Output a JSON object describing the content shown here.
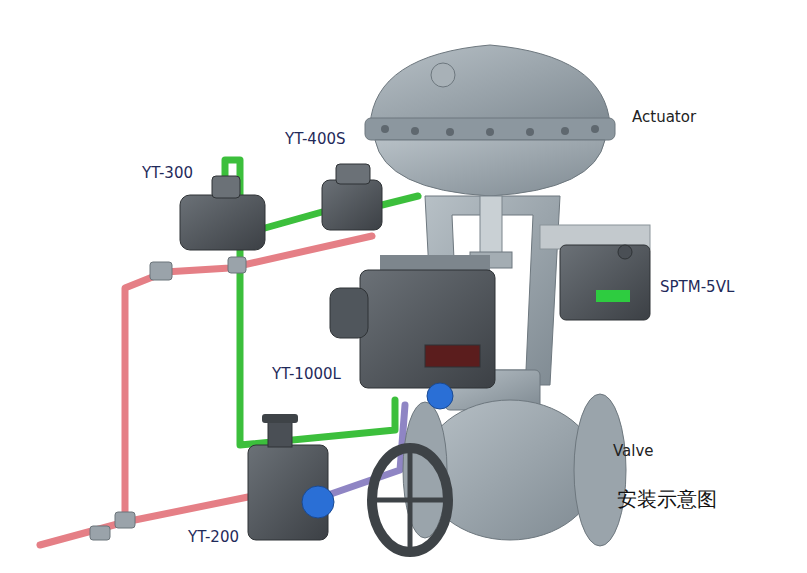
{
  "diagram": {
    "caption": "安装示意图",
    "labels": [
      "Actuator",
      "YT-400S",
      "YT-300",
      "SPTM-5VL",
      "YT-1000L",
      "Valve",
      "YT-200"
    ]
  }
}
